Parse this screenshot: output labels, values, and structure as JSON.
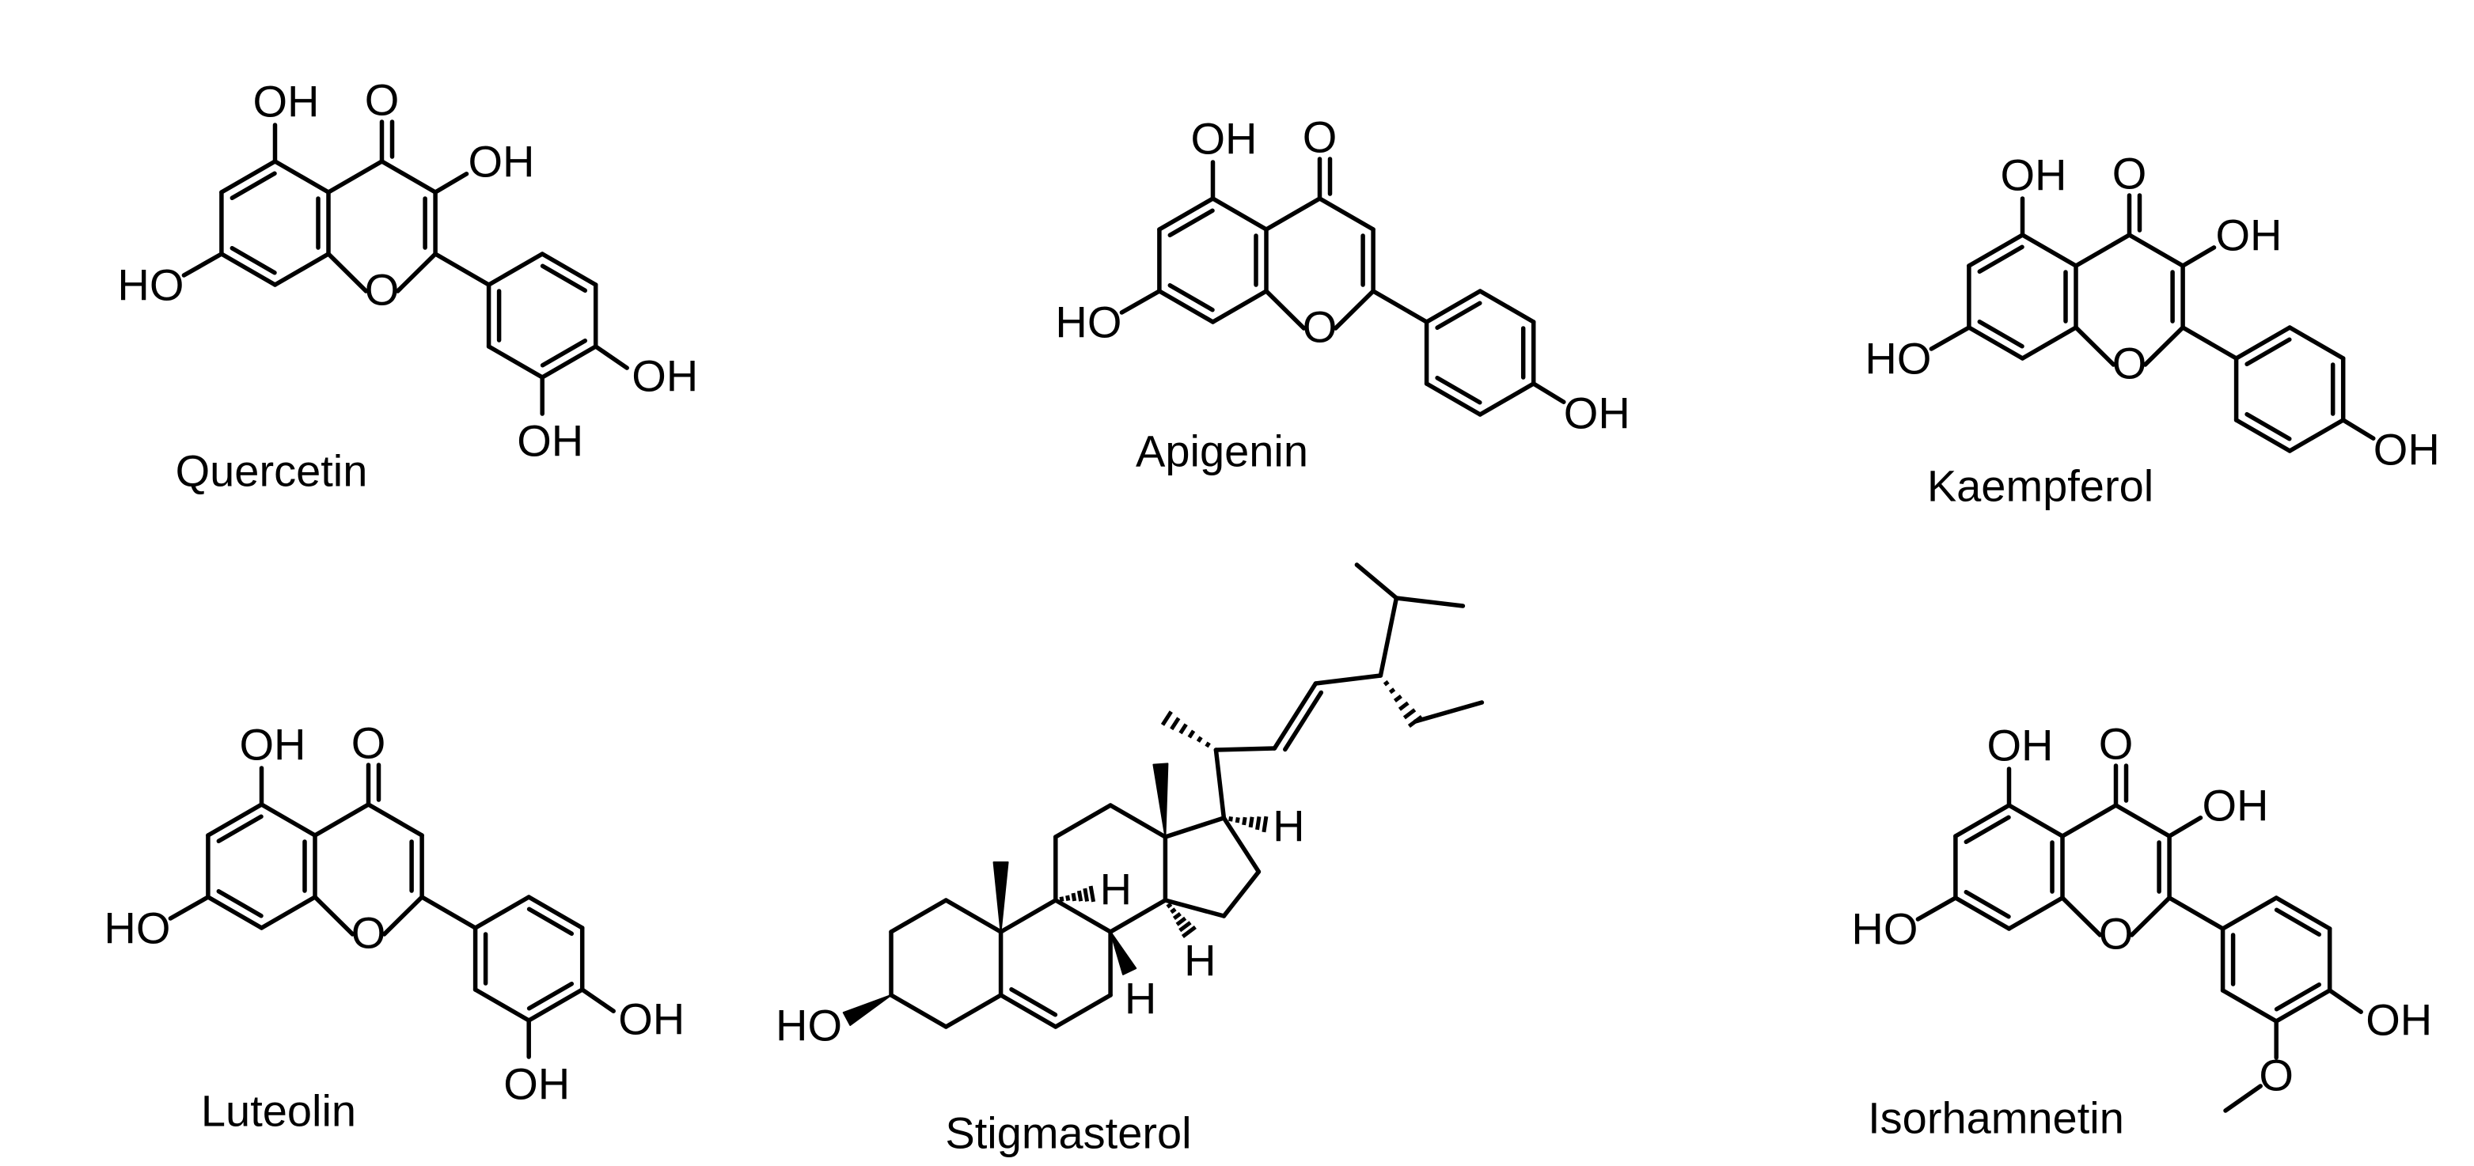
{
  "compounds": [
    {
      "id": "quercetin",
      "name": "Quercetin"
    },
    {
      "id": "apigenin",
      "name": "Apigenin"
    },
    {
      "id": "kaempferol",
      "name": "Kaempferol"
    },
    {
      "id": "luteolin",
      "name": "Luteolin"
    },
    {
      "id": "stigmasterol",
      "name": "Stigmasterol"
    },
    {
      "id": "isorhamnetin",
      "name": "Isorhamnetin"
    }
  ],
  "atom_labels": {
    "hydroxyl": "OH",
    "hydroxyl_left": "HO",
    "oxygen": "O",
    "hydrogen": "H"
  },
  "colors": {
    "background": "#ffffff",
    "ink": "#000000"
  }
}
